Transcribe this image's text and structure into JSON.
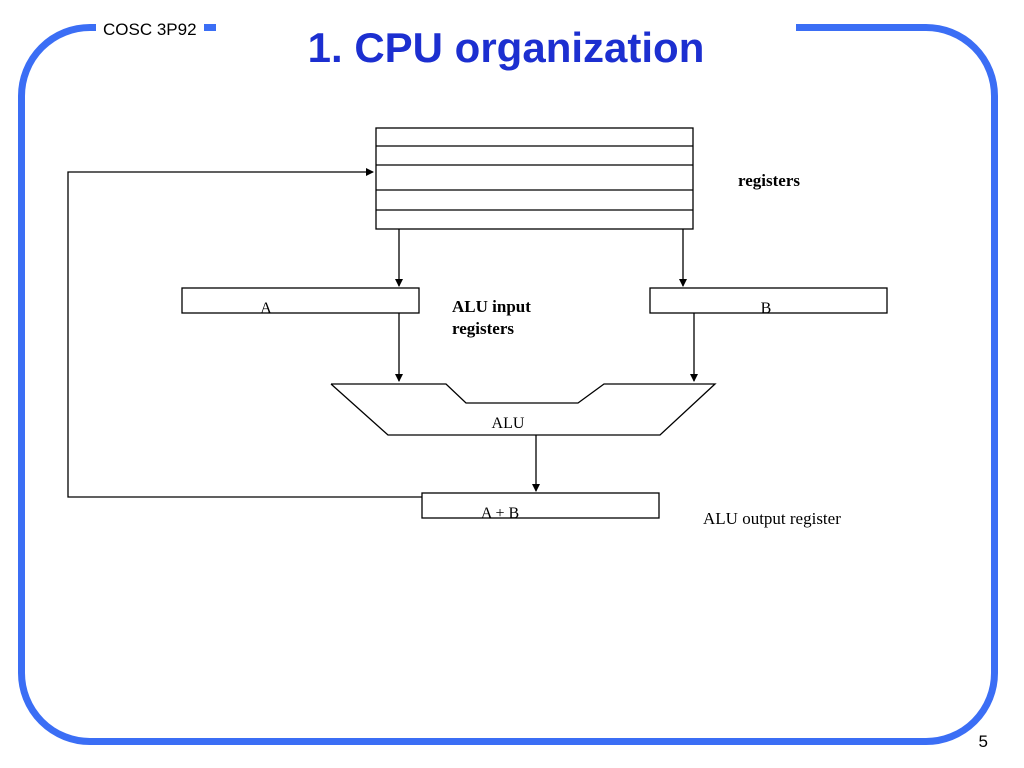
{
  "slide": {
    "course": "COSC 3P92",
    "title": "1. CPU organization",
    "page_number": "5"
  },
  "diagram": {
    "registers_label": "registers",
    "alu_input_label_line1": "ALU input",
    "alu_input_label_line2": "registers",
    "register_a": "A",
    "register_b": "B",
    "alu": "ALU",
    "output_register": "A + B",
    "alu_output_label": "ALU output register"
  },
  "colors": {
    "frame": "#3b6ef5",
    "title": "#1c2fd0"
  }
}
